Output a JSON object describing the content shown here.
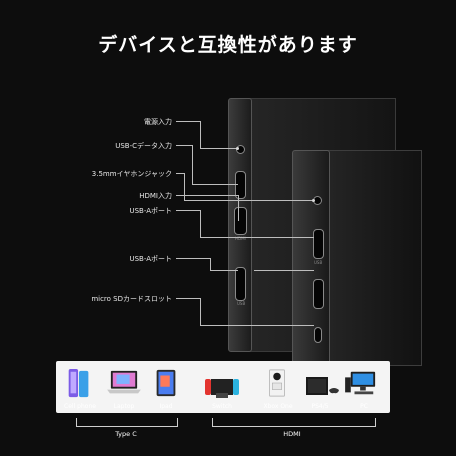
{
  "title": "デバイスと互換性があります",
  "ports": [
    {
      "label": "電源入力"
    },
    {
      "label": "USB-Cデータ入力"
    },
    {
      "label": "3.5mmイヤホンジャック"
    },
    {
      "label": "HDMI入力"
    },
    {
      "label": "USB-Aポート"
    },
    {
      "label": "USB-Aポート"
    },
    {
      "label": "micro SDカードスロット"
    }
  ],
  "port_markings": {
    "hdmi": "HDMI",
    "usb_a_1": "USB",
    "usb_a_2": "USB"
  },
  "devices": [
    {
      "label": "Cell phone",
      "icon": "cell-phone-icon"
    },
    {
      "label": "Laptop",
      "icon": "laptop-icon"
    },
    {
      "label": "Ipad",
      "icon": "ipad-icon"
    },
    {
      "label": "Switch",
      "icon": "switch-console-icon"
    },
    {
      "label": "Xbox One",
      "icon": "xbox-console-icon"
    },
    {
      "label": "PS4/5",
      "icon": "playstation-console-icon"
    },
    {
      "label": "PC",
      "icon": "pc-icon"
    }
  ],
  "groups": [
    {
      "label": "Type C"
    },
    {
      "label": "HDMI"
    }
  ],
  "colors": {
    "background": "#0d0d0d",
    "strip": "#f4f4f4",
    "text": "#ffffff"
  }
}
